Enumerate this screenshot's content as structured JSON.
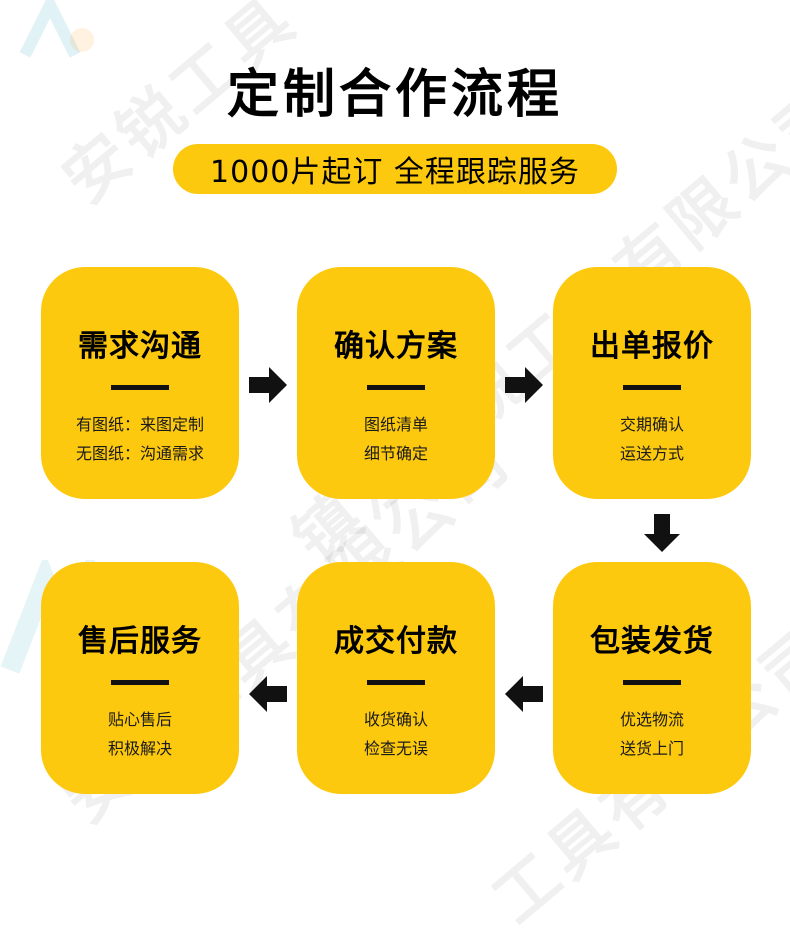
{
  "header": {
    "title": "定制合作流程",
    "subtitle": "1000片起订  全程跟踪服务"
  },
  "steps": [
    {
      "title": "需求沟通",
      "lines": [
        "有图纸：来图定制",
        "无图纸：沟通需求"
      ]
    },
    {
      "title": "确认方案",
      "lines": [
        "图纸清单",
        "细节确定"
      ]
    },
    {
      "title": "出单报价",
      "lines": [
        "交期确认",
        "运送方式"
      ]
    },
    {
      "title": "包装发货",
      "lines": [
        "优选物流",
        "送货上门"
      ]
    },
    {
      "title": "成交付款",
      "lines": [
        "收货确认",
        "检查无误"
      ]
    },
    {
      "title": "售后服务",
      "lines": [
        "贴心售后",
        "积极解决"
      ]
    }
  ],
  "watermark": {
    "text_1": "安锐工具",
    "text_2": "镇江安锐工具有限公司",
    "text_3": "安锐工具有限公司",
    "text_4": "工具有限公司"
  },
  "colors": {
    "card": "#fdc90e",
    "arrow": "#111111"
  },
  "icons": {
    "arrow": "arrow-icon",
    "logo": "logo-icon"
  }
}
